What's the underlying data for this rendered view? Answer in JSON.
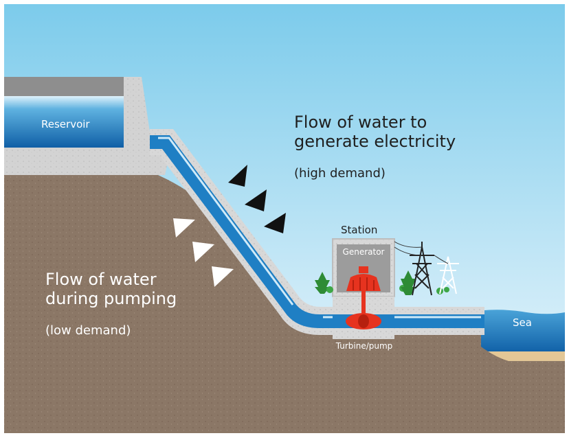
{
  "labels": {
    "generate_line1": "Flow of water to",
    "generate_line2": "generate electricity",
    "generate_demand": "(high demand)",
    "pump_line1": "Flow of water",
    "pump_line2": "during pumping",
    "pump_demand": "(low demand)",
    "station": "Station",
    "generator": "Generator",
    "turbine": "Turbine/pump",
    "reservoir": "Reservoir",
    "sea": "Sea"
  },
  "colors": {
    "sky_top": "#7ccbeb",
    "sky_bottom": "#e8f5fb",
    "ground": "#8b7766",
    "concrete": "#d3d3d3",
    "water": "#1f7fc4",
    "water_light": "#cfeaf8",
    "turbine_red": "#e6331f",
    "tree_green": "#2e8b35",
    "sand": "#e3c796",
    "generate_arrows": "#111111",
    "pump_arrows": "#ffffff"
  },
  "arrows": {
    "generate_count": 3,
    "pump_count": 3
  },
  "icons": [
    "transmission-tower-icon",
    "tree-icon"
  ]
}
